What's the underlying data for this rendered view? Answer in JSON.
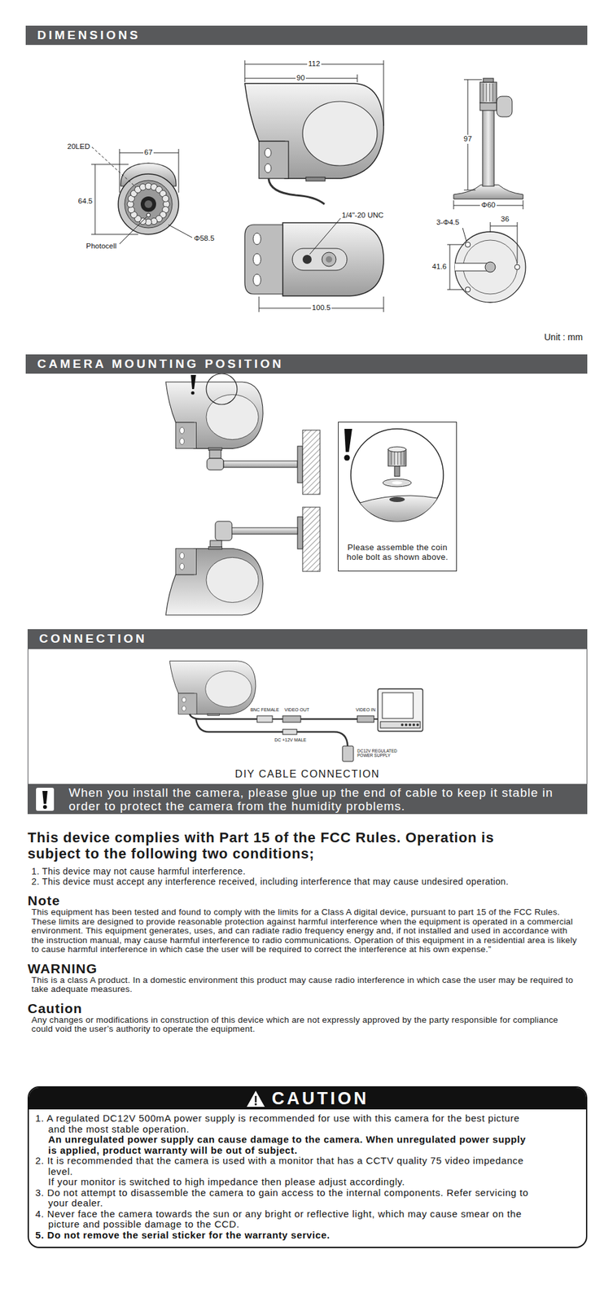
{
  "diagram": {
    "nodes": [
      {
        "text": [
          "DIMENSIONS"
        ]
      },
      {
        "text": [
          "CAMERA MOUNTING POSITION"
        ]
      },
      {
        "text": [
          "Please assemble the coin hole bolt as shown above."
        ]
      },
      {
        "text": [
          "CONNECTION"
        ]
      },
      {
        "text": [
          "DIY CABLE CONNECTION"
        ]
      },
      {
        "text": [
          "When you install the camera, please glue up the end of cable to keep it stable in order to protect the camera from the humidity problems."
        ]
      },
      {
        "text": [
          "CAUTION",
          "1. A regulated DC12V 500mA power supply is recommended for use with this camera for the best picture and the most stable operation.",
          "An unregulated power supply can cause damage to the camera. When unregulated power supply is applied, product warranty will be out of subject.",
          "2. It is recommended that the camera is used with a monitor that has a CCTV quality 75 video impedance level.",
          "If your monitor is switched to high impedance then please adjust accordingly.",
          "3. Do not attempt to disassemble the camera to gain access to the internal components. Refer servicing to your dealer.",
          "4. Never face the camera towards the sun or any bright or reflective light, which may cause smear on the picture and possible damage to the CCD.",
          "5. Do not remove the serial sticker for the warranty service."
        ]
      }
    ],
    "labels": [
      "20LED",
      "67",
      "64.5",
      "Photocell",
      "Φ58.5",
      "112",
      "90",
      "1/4\"-20 UNC",
      "100.5",
      "97",
      "Φ60",
      "3-Φ4.5",
      "36",
      "41.6",
      "Unit : mm",
      "BNC FEMALE",
      "VIDEO OUT",
      "VIDEO IN",
      "DC +12V MALE",
      "DC12V REGULATED POWER SUPPLY",
      "This device complies with Part 15 of the FCC Rules. Operation is subject to the following two conditions;",
      "1. This device may not cause harmful interference.",
      "2. This device must accept any interference received, including interference that may cause undesired operation.",
      "Note",
      "This equipment has been tested and found to comply with the limits for a Class A digital device, pursuant to part 15 of the FCC Rules. These limits are designed to provide reasonable protection against harmful interference when the equipment is operated in a commercial environment. This equipment generates, uses, and can radiate radio frequency energy and, if not installed and used in accordance with the instruction manual, may cause harmful interference to radio communications. Operation of this equipment in a residential area is likely to cause harmful interference in which case the user will be required to correct the interference at his own expense.”",
      "WARNING",
      "This is a class A product. In a domestic environment this product may cause radio interference in which case the user may be required to take adequate measures.",
      "Caution",
      "Any changes or modifications in construction of this device which are not expressly approved by the party responsible for compliance could void the user’s authority to operate the equipment."
    ]
  }
}
